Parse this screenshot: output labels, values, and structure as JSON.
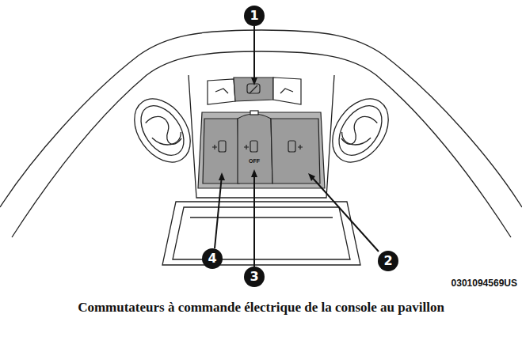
{
  "diagram": {
    "caption": "Commutateurs à commande électrique de la console au pavillon",
    "labels": [
      "1",
      "2",
      "3",
      "4",
      "OFF",
      "0301094569US"
    ]
  }
}
